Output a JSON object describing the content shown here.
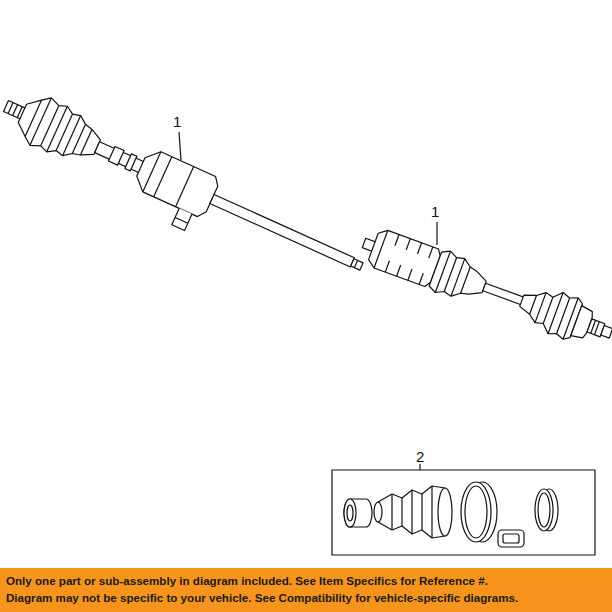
{
  "diagram": {
    "nodes": [
      {
        "text": [
          "2"
        ]
      },
      {
        "text": [
          "Only one part or sub-assembly in diagram included. See Item Specifics for Reference #.",
          "Diagram may not be specific to your vehicle. See Compatibility for vehicle-specific diagrams."
        ]
      }
    ],
    "labels": [
      "1",
      "1"
    ]
  }
}
